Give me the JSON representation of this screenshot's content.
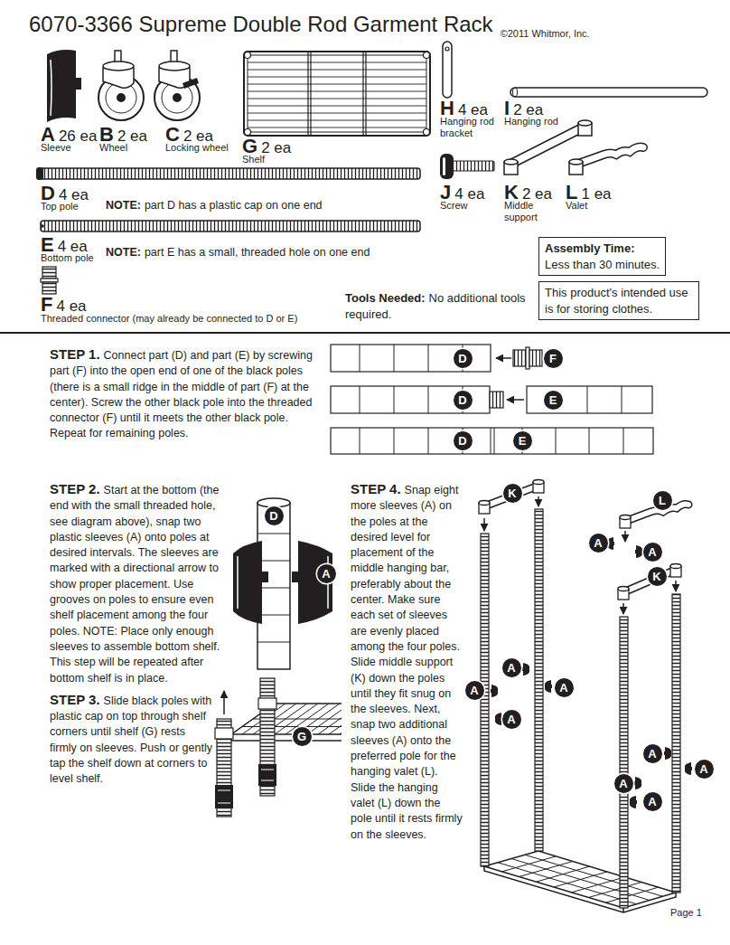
{
  "diagram": {
    "title": "6070-3366 Supreme Double Rod Garment Rack",
    "nodes": [
      {
        "text": [
          "Assembly Time:",
          "Less than 30 minutes."
        ]
      },
      {
        "text": [
          "This product's intended use is for storing clothes."
        ]
      },
      {
        "text": [
          "D"
        ]
      },
      {
        "text": [
          "F"
        ]
      },
      {
        "text": [
          "D"
        ]
      },
      {
        "text": [
          "E"
        ]
      },
      {
        "text": [
          "D"
        ]
      },
      {
        "text": [
          "E"
        ]
      },
      {
        "text": [
          "D"
        ]
      },
      {
        "text": [
          "A"
        ]
      },
      {
        "text": [
          "G"
        ]
      },
      {
        "text": [
          "K"
        ]
      },
      {
        "text": [
          "L"
        ]
      },
      {
        "text": [
          "A"
        ]
      },
      {
        "text": [
          "A"
        ]
      },
      {
        "text": [
          "K"
        ]
      },
      {
        "text": [
          "A"
        ]
      },
      {
        "text": [
          "A"
        ]
      },
      {
        "text": [
          "A"
        ]
      },
      {
        "text": [
          "A"
        ]
      },
      {
        "text": [
          "A"
        ]
      },
      {
        "text": [
          "A"
        ]
      },
      {
        "text": [
          "A"
        ]
      },
      {
        "text": [
          "A"
        ]
      }
    ],
    "labels": [
      "©2011 Whitmor, Inc.",
      "A",
      "26 ea",
      "Sleeve",
      "B",
      "2 ea",
      "Wheel",
      "C",
      "2 ea",
      "Locking wheel",
      "G",
      "2 ea",
      "Shelf",
      "H",
      "4 ea",
      "Hanging rod bracket",
      "I",
      "2 ea",
      "Hanging rod",
      "D",
      "4 ea",
      "Top pole",
      "NOTE:",
      "part D has a plastic cap on one end",
      "J",
      "4 ea",
      "Screw",
      "K",
      "2 ea",
      "Middle support",
      "L",
      "1 ea",
      "Valet",
      "E",
      "4 ea",
      "Bottom pole",
      "NOTE:",
      "part E has a small, threaded hole on one end",
      "F",
      "4 ea",
      "Threaded connector (may already be connected to D or E)",
      "Tools Needed:",
      "No additional tools required.",
      "STEP 1.",
      "Connect part (D) and part (E) by screwing part (F) into the open end of one of the black poles (there is a small ridge in the middle of part (F) at the center). Screw the other black pole into the threaded connector (F) until it meets the other black pole. Repeat for remaining poles.",
      "STEP 2.",
      "Start at the bottom (the end with the small threaded hole, see diagram above), snap two plastic sleeves (A) onto poles at desired intervals. The sleeves are marked with a directional arrow to show proper placement. Use grooves on poles to ensure even shelf placement among the four poles. NOTE: Place only enough sleeves to assemble bottom shelf. This step will be repeated after bottom shelf is in place.",
      "STEP 3.",
      "Slide black poles with plastic cap on top through shelf corners until shelf (G) rests firmly on sleeves. Push or gently tap the shelf down at corners to level shelf.",
      "STEP 4.",
      "Snap eight more sleeves (A) on the poles at the desired level for placement of the middle hanging bar, preferably about the center. Make sure each set of sleeves are evenly placed among the four poles. Slide middle support (K) down the poles until they fit snug on the sleeves. Next, snap two additional sleeves (A) onto the preferred pole for the hanging valet (L). Slide the hanging valet (L) down the pole until it rests firmly on the sleeves.",
      "Page 1"
    ]
  }
}
